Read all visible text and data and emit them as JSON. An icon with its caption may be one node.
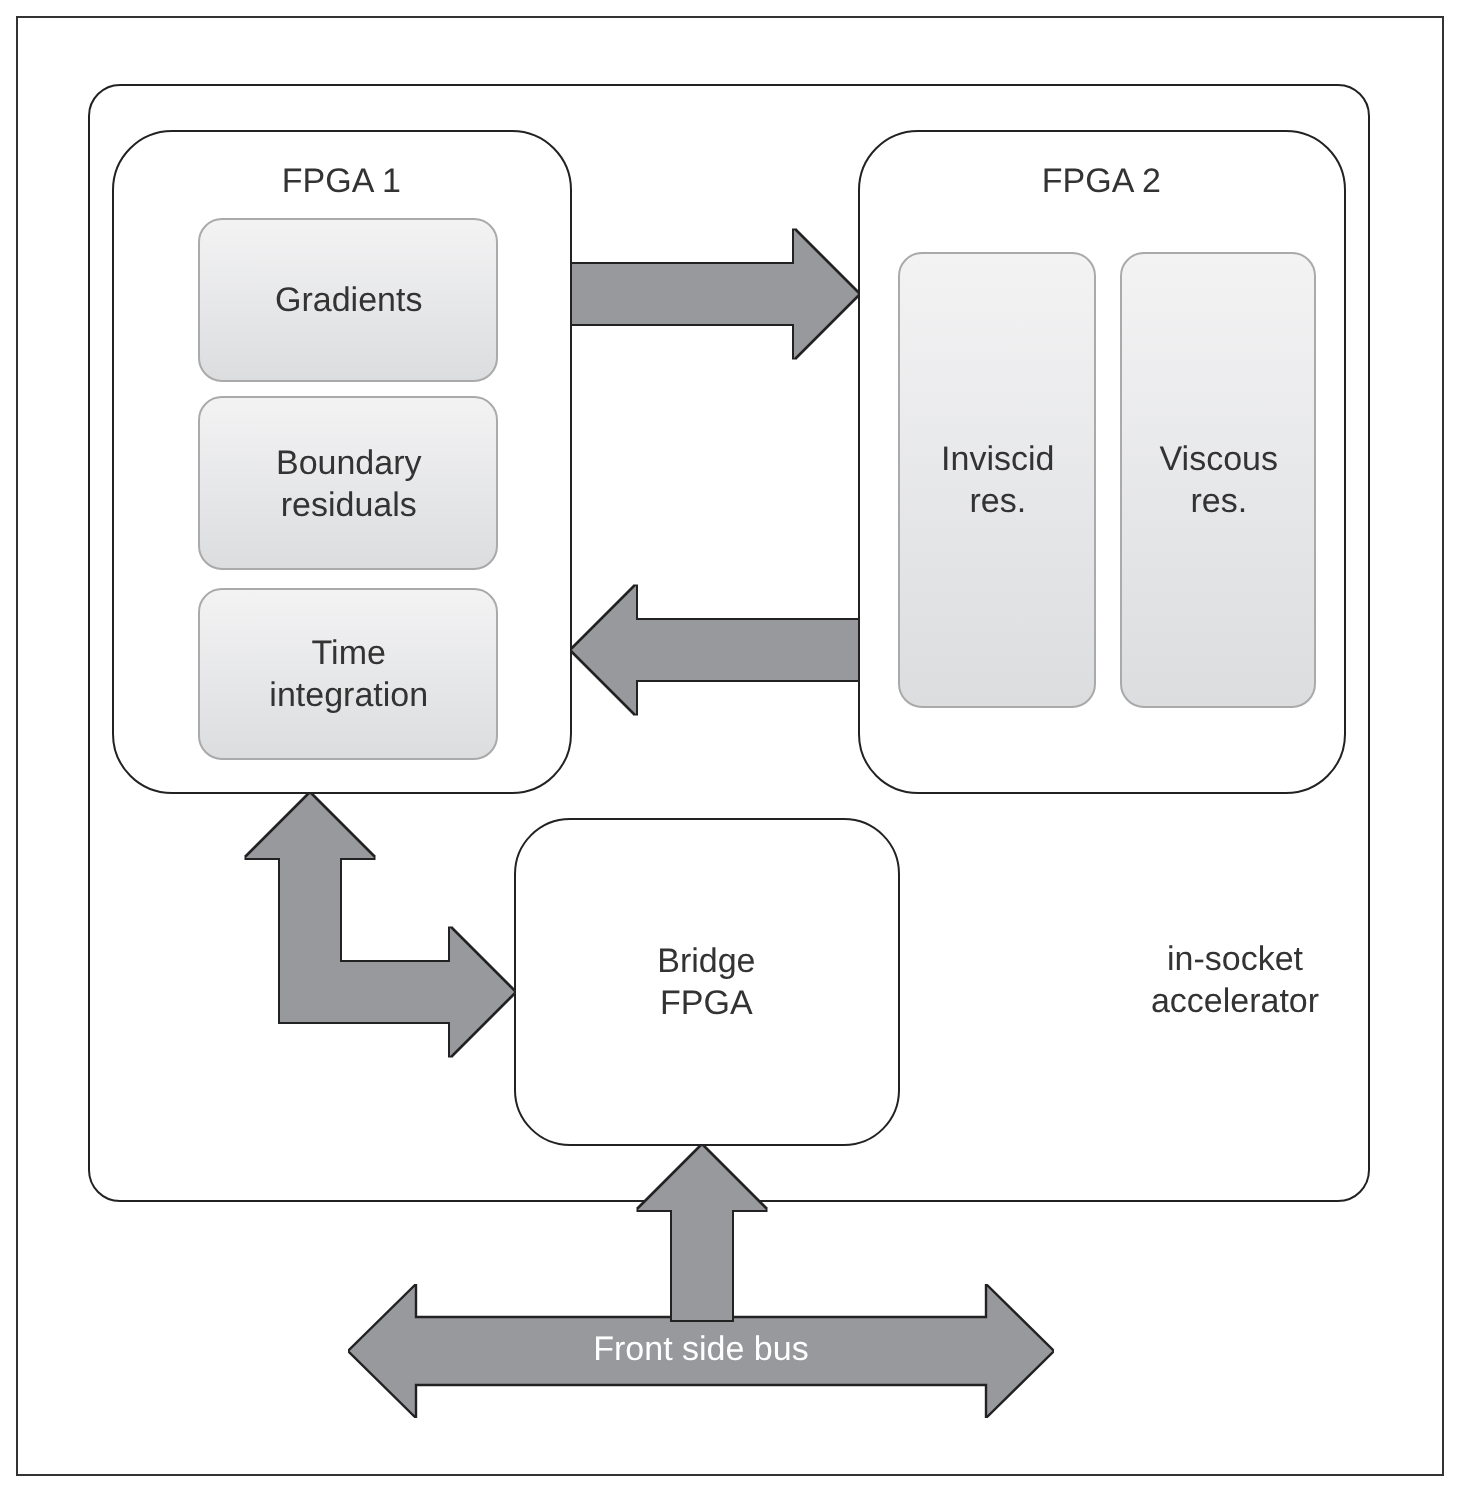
{
  "diagram": {
    "nodes": [
      {
        "text": [
          "in-socket accelerator"
        ]
      },
      {
        "text": [
          "FPGA 1"
        ],
        "in": 0
      },
      {
        "text": [
          "Gradients"
        ],
        "in": 1
      },
      {
        "text": [
          "Boundary residuals"
        ],
        "in": 1
      },
      {
        "text": [
          "Time integration"
        ],
        "in": 1
      },
      {
        "text": [
          "FPGA 2"
        ],
        "in": 0
      },
      {
        "text": [
          "Inviscid res."
        ],
        "in": 5
      },
      {
        "text": [
          "Viscous res."
        ],
        "in": 5
      },
      {
        "text": [
          "Bridge FPGA"
        ],
        "in": 0
      },
      {
        "text": [
          "Front side bus"
        ]
      }
    ],
    "edges": [
      {
        "from": 1,
        "to": 5,
        "arrow": "to"
      },
      {
        "from": 5,
        "to": 1,
        "arrow": "to"
      },
      {
        "from": 8,
        "to": 1,
        "arrow": "both"
      },
      {
        "from": 9,
        "to": 8,
        "arrow": "to"
      }
    ]
  }
}
